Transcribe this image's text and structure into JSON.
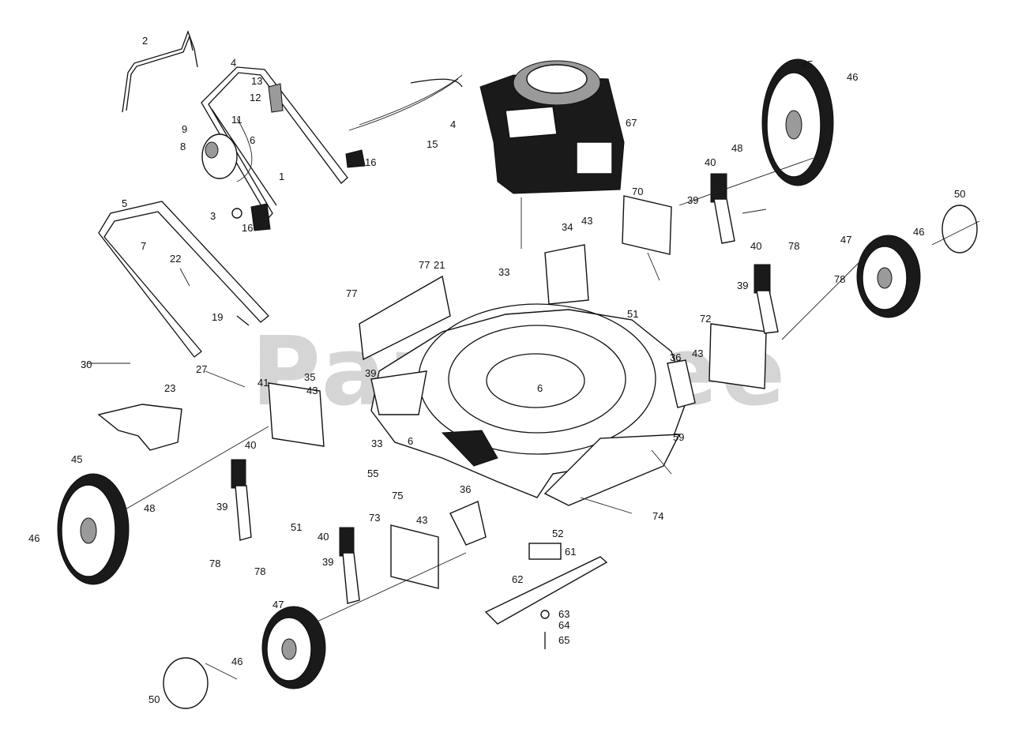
{
  "watermark": "PartsTree",
  "callouts": [
    {
      "id": "c2",
      "text": "2"
    },
    {
      "id": "c4a",
      "text": "4"
    },
    {
      "id": "c13",
      "text": "13"
    },
    {
      "id": "c12",
      "text": "12"
    },
    {
      "id": "c11",
      "text": "11"
    },
    {
      "id": "c6a",
      "text": "6"
    },
    {
      "id": "c9",
      "text": "9"
    },
    {
      "id": "c8",
      "text": "8"
    },
    {
      "id": "c1",
      "text": "1"
    },
    {
      "id": "c3",
      "text": "3"
    },
    {
      "id": "c16a",
      "text": "16"
    },
    {
      "id": "c16b",
      "text": "16"
    },
    {
      "id": "c5",
      "text": "5"
    },
    {
      "id": "c7",
      "text": "7"
    },
    {
      "id": "c22",
      "text": "22"
    },
    {
      "id": "c19",
      "text": "19"
    },
    {
      "id": "c30",
      "text": "30"
    },
    {
      "id": "c27",
      "text": "27"
    },
    {
      "id": "c23",
      "text": "23"
    },
    {
      "id": "c45a",
      "text": "45"
    },
    {
      "id": "c46a",
      "text": "46"
    },
    {
      "id": "c48a",
      "text": "48"
    },
    {
      "id": "c41",
      "text": "41"
    },
    {
      "id": "c40a",
      "text": "40"
    },
    {
      "id": "c39a",
      "text": "39"
    },
    {
      "id": "c78a",
      "text": "78"
    },
    {
      "id": "c51a",
      "text": "51"
    },
    {
      "id": "c35",
      "text": "35"
    },
    {
      "id": "c43a",
      "text": "43"
    },
    {
      "id": "c39b",
      "text": "39"
    },
    {
      "id": "c33a",
      "text": "33"
    },
    {
      "id": "c55",
      "text": "55"
    },
    {
      "id": "c6b",
      "text": "6"
    },
    {
      "id": "c77a",
      "text": "77"
    },
    {
      "id": "c21",
      "text": "21"
    },
    {
      "id": "c77b",
      "text": "77"
    },
    {
      "id": "c33b",
      "text": "33"
    },
    {
      "id": "c15",
      "text": "15"
    },
    {
      "id": "c4b",
      "text": "4"
    },
    {
      "id": "c67",
      "text": "67"
    },
    {
      "id": "c34",
      "text": "34"
    },
    {
      "id": "c43b",
      "text": "43"
    },
    {
      "id": "c51b",
      "text": "51"
    },
    {
      "id": "c6c",
      "text": "6"
    },
    {
      "id": "c75",
      "text": "75"
    },
    {
      "id": "c36a",
      "text": "36"
    },
    {
      "id": "c73",
      "text": "73"
    },
    {
      "id": "c43c",
      "text": "43"
    },
    {
      "id": "c40b",
      "text": "40"
    },
    {
      "id": "c39c",
      "text": "39"
    },
    {
      "id": "c78b",
      "text": "78"
    },
    {
      "id": "c47a",
      "text": "47"
    },
    {
      "id": "c46b",
      "text": "46"
    },
    {
      "id": "c50a",
      "text": "50"
    },
    {
      "id": "c52",
      "text": "52"
    },
    {
      "id": "c61",
      "text": "61"
    },
    {
      "id": "c62",
      "text": "62"
    },
    {
      "id": "c63",
      "text": "63"
    },
    {
      "id": "c64",
      "text": "64"
    },
    {
      "id": "c65",
      "text": "65"
    },
    {
      "id": "c74",
      "text": "74"
    },
    {
      "id": "c59",
      "text": "59"
    },
    {
      "id": "c36b",
      "text": "36"
    },
    {
      "id": "c43d",
      "text": "43"
    },
    {
      "id": "c72",
      "text": "72"
    },
    {
      "id": "c70",
      "text": "70"
    },
    {
      "id": "c40c",
      "text": "40"
    },
    {
      "id": "c48b",
      "text": "48"
    },
    {
      "id": "c39d",
      "text": "39"
    },
    {
      "id": "c78c",
      "text": "78"
    },
    {
      "id": "c45b",
      "text": "45"
    },
    {
      "id": "c46c",
      "text": "46"
    },
    {
      "id": "c40d",
      "text": "40"
    },
    {
      "id": "c39e",
      "text": "39"
    },
    {
      "id": "c47b",
      "text": "47"
    },
    {
      "id": "c78d",
      "text": "78"
    },
    {
      "id": "c46d",
      "text": "46"
    },
    {
      "id": "c50b",
      "text": "50"
    }
  ]
}
